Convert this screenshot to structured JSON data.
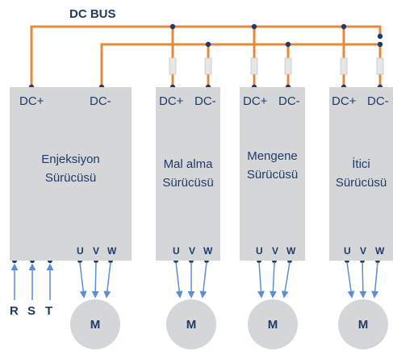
{
  "bus_label": "DC BUS",
  "colors": {
    "bus": "#e58a3a",
    "text": "#1f3a6b",
    "box": "#d5d6d8",
    "arrow": "#5a8fd6",
    "fuse": "#e6e6e6"
  },
  "drives": [
    {
      "dc_plus": "DC+",
      "dc_minus": "DC-",
      "name_line1": "Enjeksiyon",
      "name_line2": "Sürücüsü",
      "u": "U",
      "v": "V",
      "w": "W",
      "motor": "M"
    },
    {
      "dc_plus": "DC+",
      "dc_minus": "DC-",
      "name_line1": "Mal alma",
      "name_line2": "Sürücüsü",
      "u": "U",
      "v": "V",
      "w": "W",
      "motor": "M"
    },
    {
      "dc_plus": "DC+",
      "dc_minus": "DC-",
      "name_line1": "Mengene",
      "name_line2": "Sürücüsü",
      "u": "U",
      "v": "V",
      "w": "W",
      "motor": "M"
    },
    {
      "dc_plus": "DC+",
      "dc_minus": "DC-",
      "name_line1": "İtici",
      "name_line2": "Sürücüsü",
      "u": "U",
      "v": "V",
      "w": "W",
      "motor": "M"
    }
  ],
  "inputs": [
    "R",
    "S",
    "T"
  ]
}
